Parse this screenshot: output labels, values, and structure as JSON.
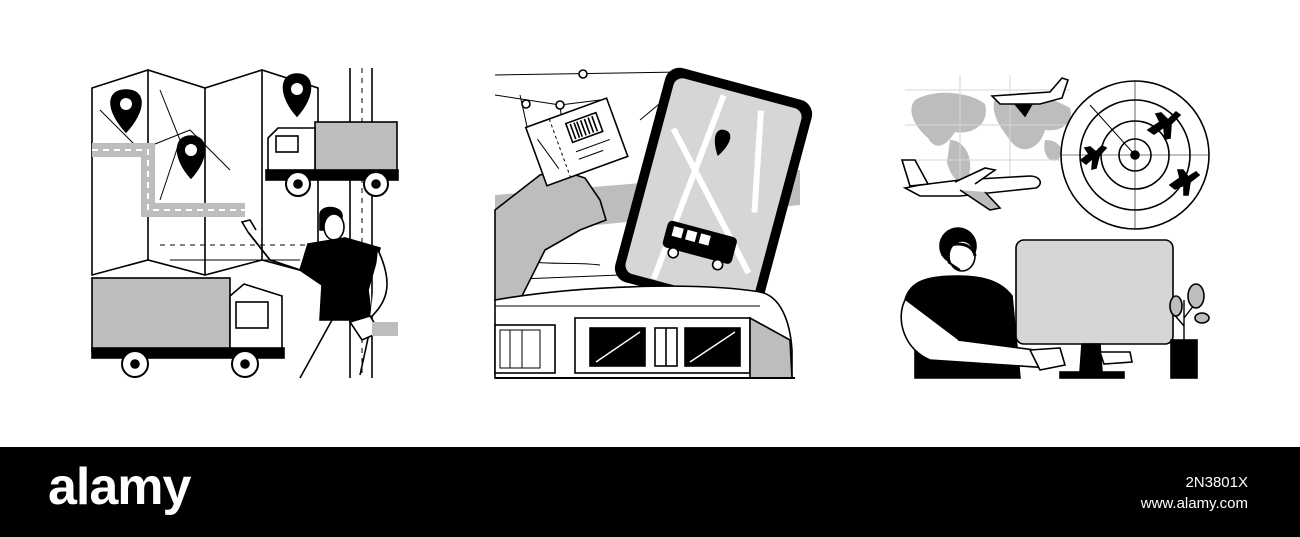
{
  "illustrations": {
    "panel_1": {
      "icon": "logistics-route-map-icon"
    },
    "panel_2": {
      "icon": "public-transport-ticket-app-icon"
    },
    "panel_3": {
      "icon": "air-traffic-control-icon"
    }
  },
  "banner": {
    "logo_text": "alamy",
    "image_id": "2N3801X",
    "site": "www.alamy.com"
  },
  "colors": {
    "ink": "#000000",
    "gray_fill": "#bdbdbd",
    "light_gray": "#d6d6d6",
    "banner_bg": "#000000"
  }
}
